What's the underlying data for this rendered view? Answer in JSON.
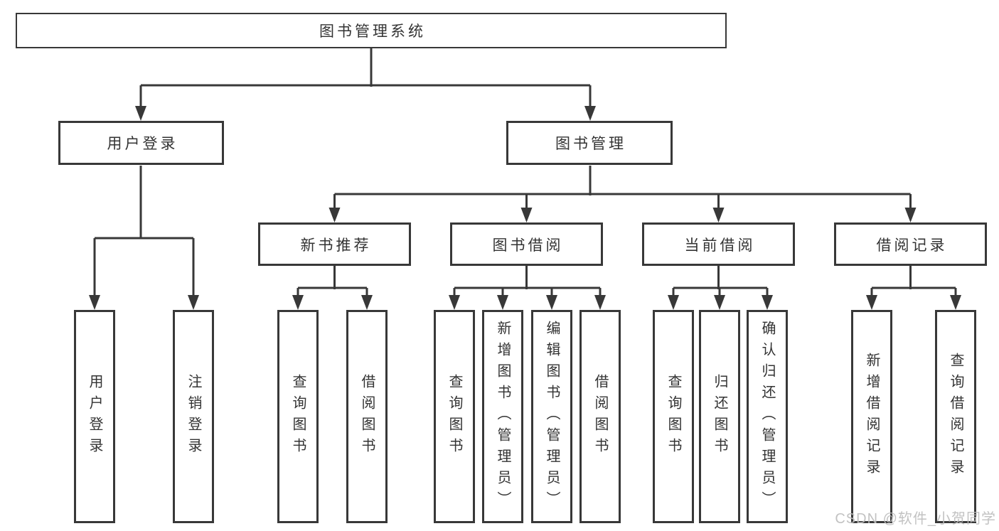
{
  "diagram": {
    "root": {
      "label": "图书管理系统"
    },
    "level2": [
      {
        "label": "用户登录"
      },
      {
        "label": "图书管理"
      }
    ],
    "level3": [
      {
        "label": "新书推荐"
      },
      {
        "label": "图书借阅"
      },
      {
        "label": "当前借阅"
      },
      {
        "label": "借阅记录"
      }
    ],
    "leaves": [
      {
        "label": "用户登录"
      },
      {
        "label": "注销登录"
      },
      {
        "label": "查询图书"
      },
      {
        "label": "借阅图书"
      },
      {
        "label": "查询图书"
      },
      {
        "label": "新增图书（管理员）"
      },
      {
        "label": "编辑图书（管理员）"
      },
      {
        "label": "借阅图书"
      },
      {
        "label": "查询图书"
      },
      {
        "label": "归还图书"
      },
      {
        "label": "确认归还（管理员）"
      },
      {
        "label": "新增借阅记录"
      },
      {
        "label": "查询借阅记录"
      }
    ],
    "hierarchy": {
      "图书管理系统": [
        "用户登录",
        "图书管理"
      ],
      "用户登录": [
        "用户登录",
        "注销登录"
      ],
      "图书管理": [
        "新书推荐",
        "图书借阅",
        "当前借阅",
        "借阅记录"
      ],
      "新书推荐": [
        "查询图书",
        "借阅图书"
      ],
      "图书借阅": [
        "查询图书",
        "新增图书（管理员）",
        "编辑图书（管理员）",
        "借阅图书"
      ],
      "当前借阅": [
        "查询图书",
        "归还图书",
        "确认归还（管理员）"
      ],
      "借阅记录": [
        "新增借阅记录",
        "查询借阅记录"
      ]
    }
  },
  "watermark": {
    "text": "CSDN @软件_小贺同学"
  },
  "colors": {
    "line": "#383838",
    "text": "#333333",
    "watermark": "#bdbdbd",
    "background": "#ffffff"
  }
}
